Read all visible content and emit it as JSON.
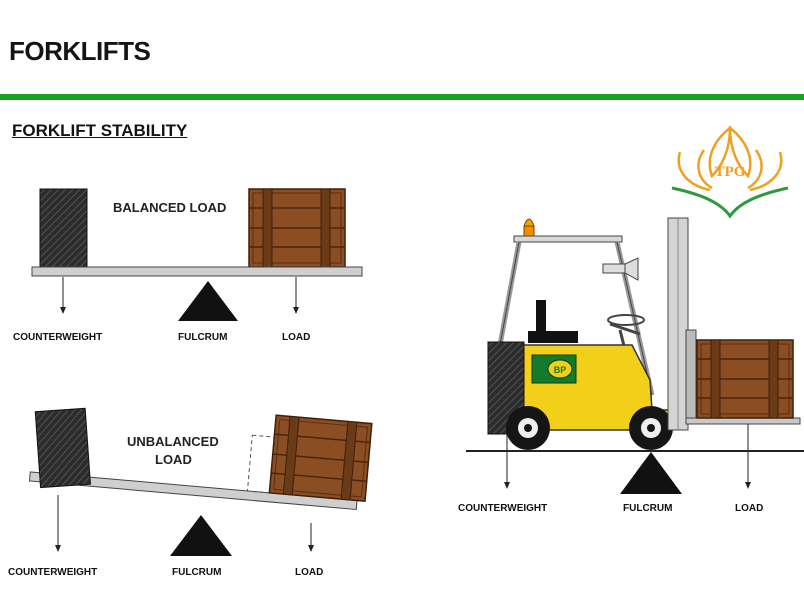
{
  "header": {
    "title": "FORKLIFTS",
    "section_title": "FORKLIFT STABILITY"
  },
  "logo": {
    "text": "TPG"
  },
  "balanced": {
    "caption": "BALANCED LOAD",
    "counterweight": "COUNTERWEIGHT",
    "fulcrum": "FULCRUM",
    "load": "LOAD"
  },
  "unbalanced": {
    "caption_line1": "UNBALANCED",
    "caption_line2": "LOAD",
    "counterweight": "COUNTERWEIGHT",
    "fulcrum": "FULCRUM",
    "load": "LOAD"
  },
  "forklift": {
    "badge": "BP",
    "counterweight": "COUNTERWEIGHT",
    "fulcrum": "FULCRUM",
    "load": "LOAD"
  },
  "colors": {
    "accent_green": "#16a523",
    "crate_brown": "#8a4e22",
    "forklift_yellow": "#f2d01a",
    "logo_orange": "#f0a020",
    "logo_green": "#2f9a3c"
  }
}
